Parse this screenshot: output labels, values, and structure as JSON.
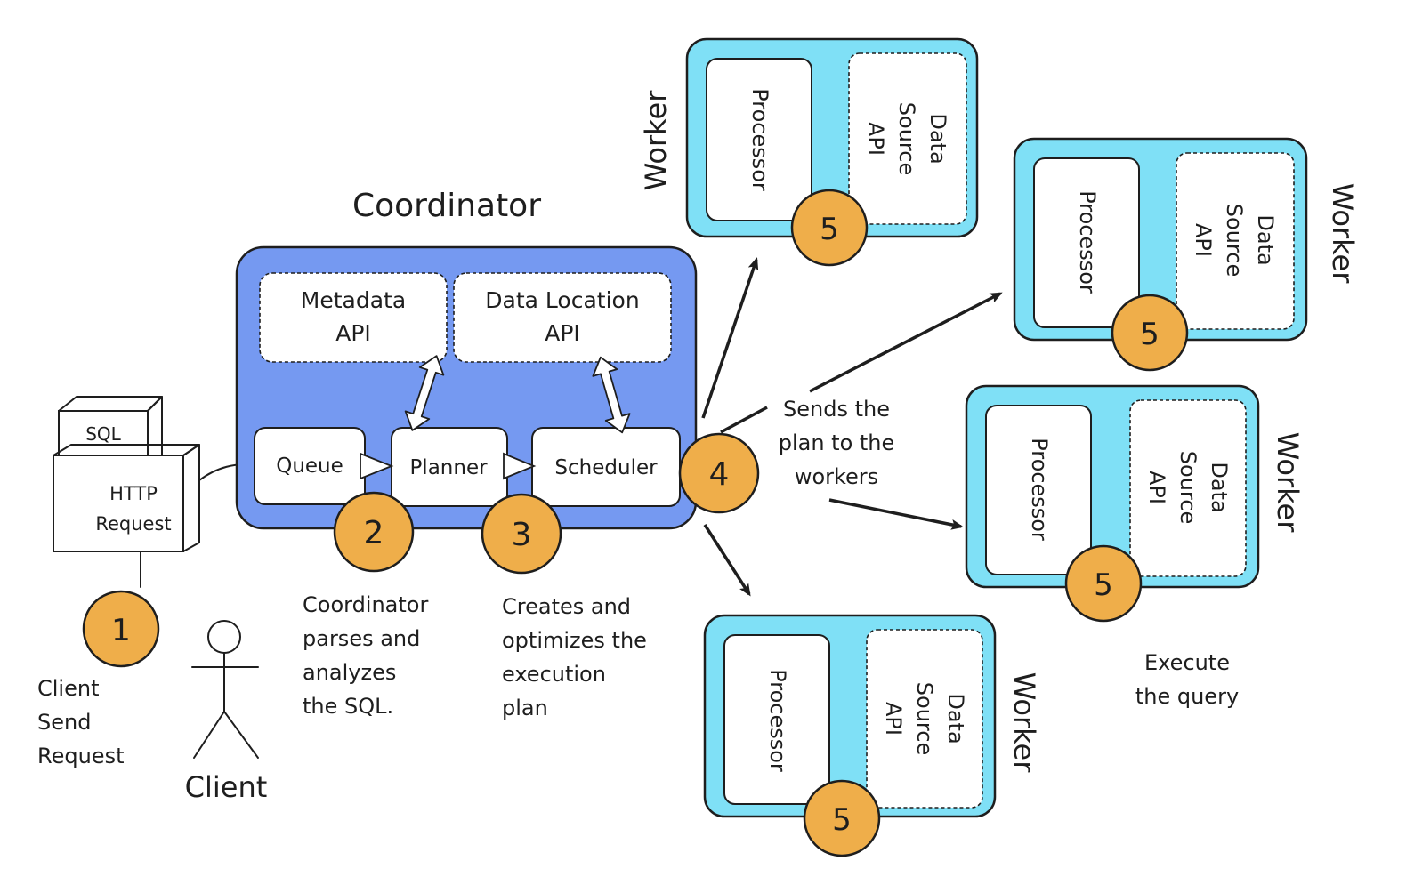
{
  "coordinator": {
    "title": "Coordinator",
    "metadata_api": [
      "Metadata",
      "API"
    ],
    "data_location_api": [
      "Data Location",
      "API"
    ],
    "queue": "Queue",
    "planner": "Planner",
    "scheduler": "Scheduler"
  },
  "client": {
    "sql_label": "SQL",
    "http_request": [
      "HTTP",
      "Request"
    ],
    "label": "Client"
  },
  "worker": {
    "label": "Worker",
    "processor": "Processor",
    "data_source_api": [
      "Data",
      "Source",
      "API"
    ]
  },
  "steps": {
    "s1": {
      "num": "1",
      "text": [
        "Client",
        "Send",
        "Request"
      ]
    },
    "s2": {
      "num": "2",
      "text": [
        "Coordinator",
        "parses and",
        "analyzes",
        "the SQL."
      ]
    },
    "s3": {
      "num": "3",
      "text": [
        "Creates and",
        "optimizes the",
        "execution",
        "plan"
      ]
    },
    "s4": {
      "num": "4",
      "text": [
        "Sends the",
        "plan to the",
        "workers"
      ]
    },
    "s5": {
      "num": "5",
      "text": [
        "Execute",
        "the query"
      ]
    }
  },
  "colors": {
    "coordinator_fill": "#7599f1",
    "worker_fill": "#7fe0f6",
    "badge_fill": "#efae4a",
    "stroke": "#1e1e1e"
  }
}
